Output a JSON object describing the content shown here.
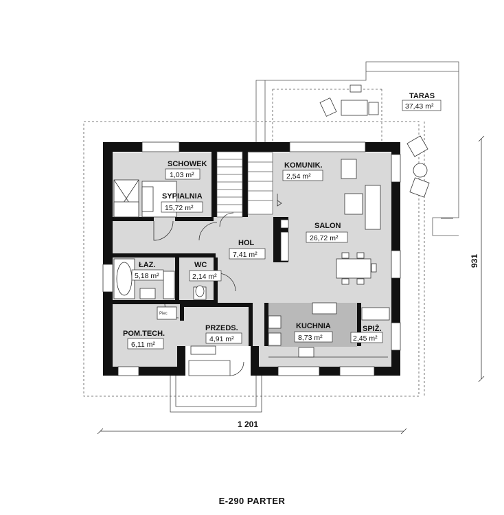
{
  "title": "E-290 PARTER",
  "dimensions": {
    "width": "1 201",
    "height": "931"
  },
  "rooms": {
    "schowek": {
      "name": "SCHOWEK",
      "area": "1,03 m²"
    },
    "sypialnia": {
      "name": "SYPIALNIA",
      "area": "15,72 m²"
    },
    "komunik": {
      "name": "KOMUNIK.",
      "area": "2,54 m²"
    },
    "salon": {
      "name": "SALON",
      "area": "26,72 m²"
    },
    "hol": {
      "name": "HOL",
      "area": "7,41 m²"
    },
    "laz": {
      "name": "ŁAZ.",
      "area": "5,18 m²"
    },
    "wc": {
      "name": "WC",
      "area": "2,14 m²"
    },
    "pomtech": {
      "name": "POM.TECH.",
      "area": "6,11 m²"
    },
    "przeds": {
      "name": "PRZEDS.",
      "area": "4,91 m²"
    },
    "kuchnia": {
      "name": "KUCHNIA",
      "area": "8,73 m²"
    },
    "spiz": {
      "name": "SPIŻ.",
      "area": "2,45 m²"
    },
    "taras": {
      "name": "TARAS",
      "area": "37,43 m²"
    }
  },
  "equipment": {
    "pieco": "Piec"
  },
  "colors": {
    "wall": "#111111",
    "floor": "#d9d9d9",
    "kitchen": "#b9b9b9",
    "line": "#555555"
  }
}
